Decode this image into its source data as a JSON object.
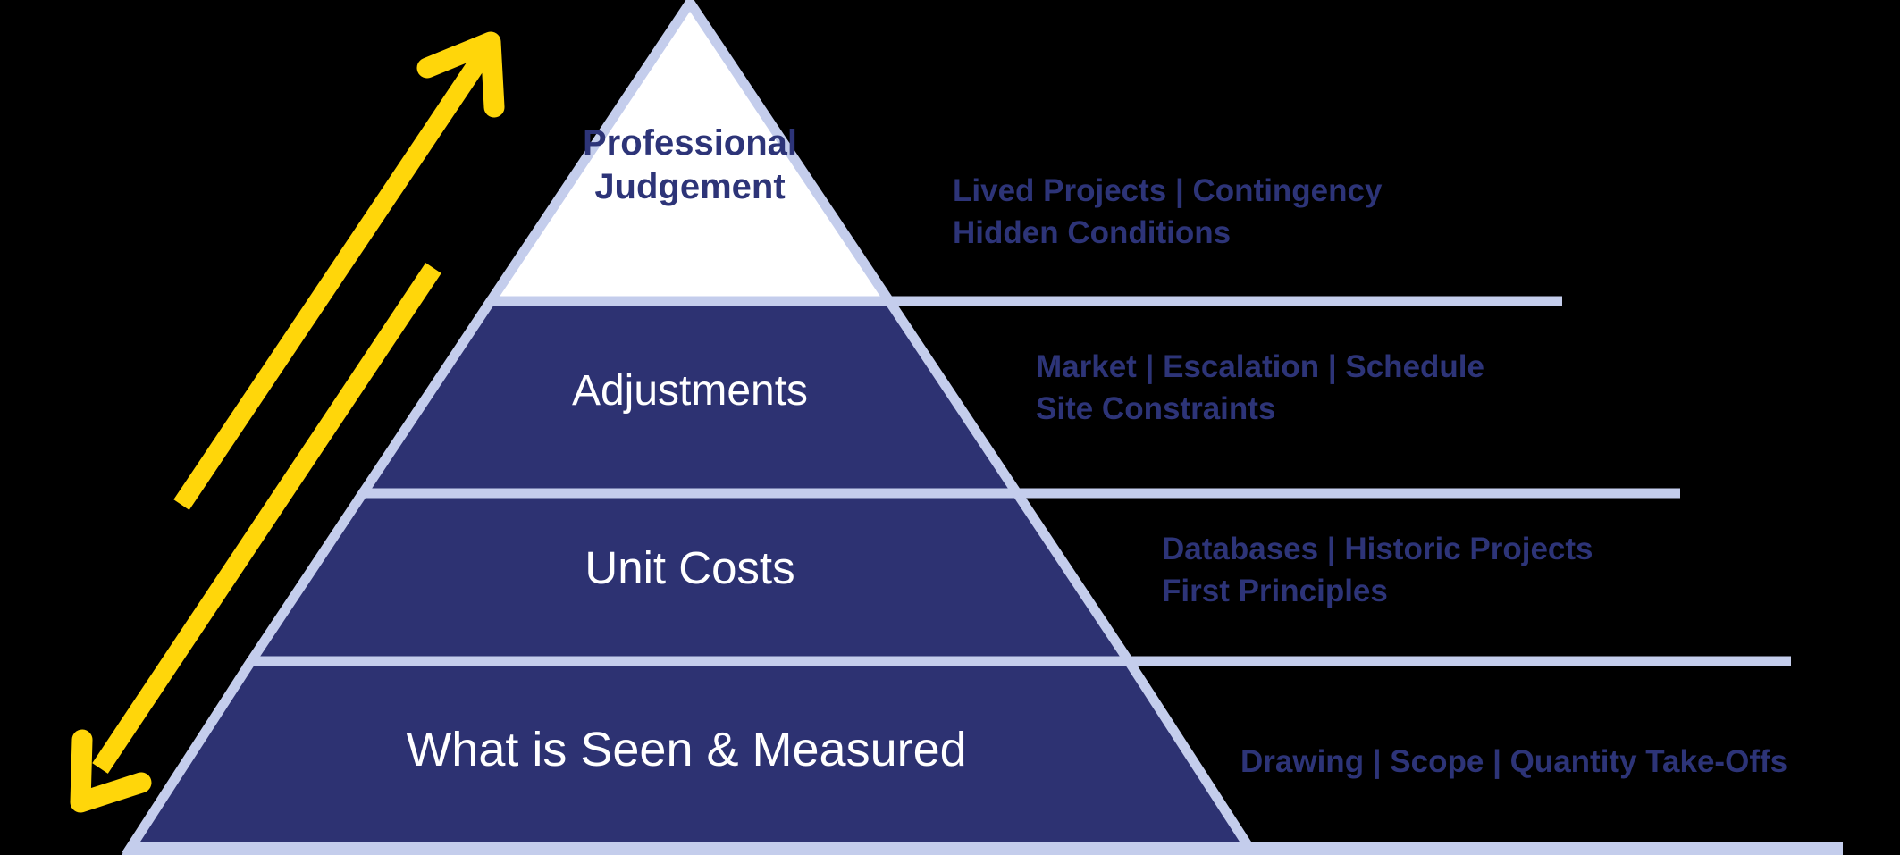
{
  "diagram": {
    "type": "pyramid",
    "description": "Estimating pyramid: four stacked levels with source annotations and a double-headed accuracy arrow along the left slope",
    "background_color": "#000000"
  },
  "colors": {
    "level_fill_navy": "#2D3272",
    "border_lavender": "#C4CDEC",
    "text_navy": "#2D3478",
    "text_white": "#FFFFFF",
    "arrow_yellow": "#FFD60A",
    "top_level_fill": "#FFFFFF"
  },
  "pyramid": {
    "levels": [
      {
        "title_lines": [
          "Professional",
          "Judgement"
        ],
        "title": "Professional Judgement",
        "sources_lines": [
          "Lived Projects | Contingency",
          "Hidden Conditions"
        ]
      },
      {
        "title": "Adjustments",
        "sources_lines": [
          "Market | Escalation | Schedule",
          "Site Constraints"
        ]
      },
      {
        "title": "Unit Costs",
        "sources_lines": [
          "Databases | Historic Projects",
          "First Principles"
        ]
      },
      {
        "title": "What is Seen & Measured",
        "sources_lines": [
          "Drawing | Scope | Quantity Take-Offs"
        ]
      }
    ]
  },
  "annotations": {
    "double_arrow": "yellow double-headed arrow parallel to left pyramid slope (two offset strokes: upper stroke with up-right arrowhead, lower stroke with down-left arrowhead)"
  }
}
